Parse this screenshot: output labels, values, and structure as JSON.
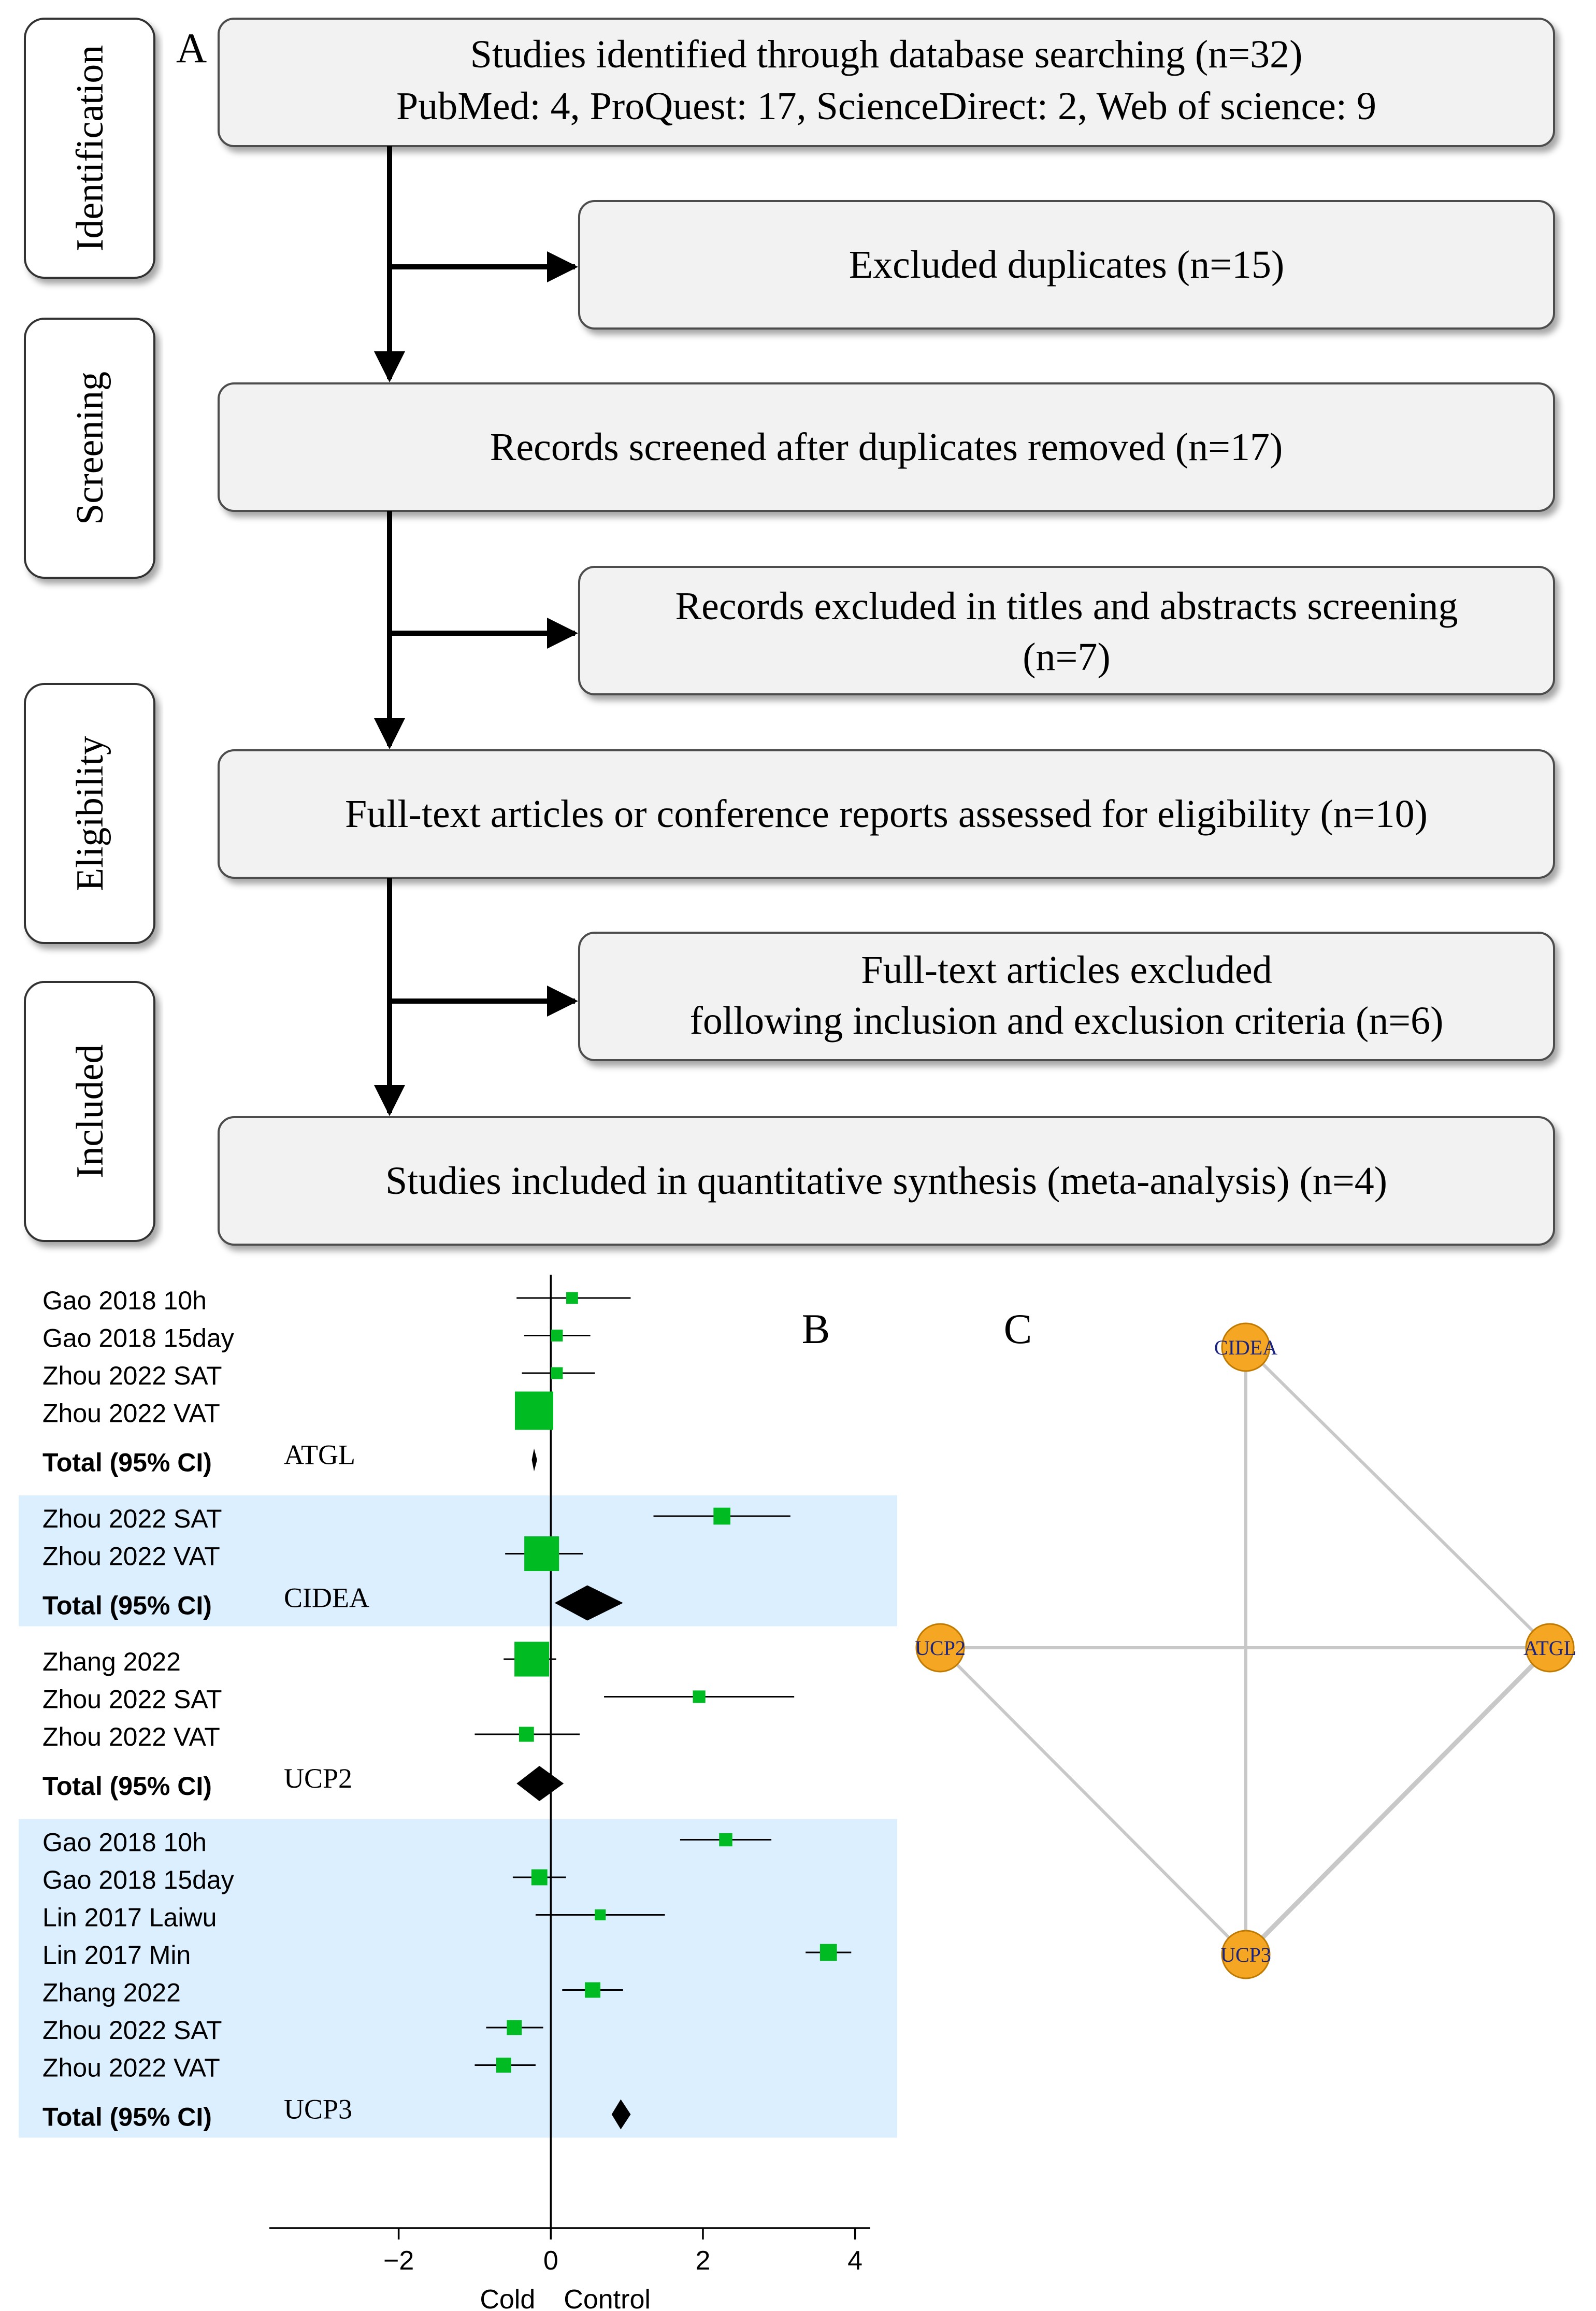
{
  "panel_labels": {
    "a": "A",
    "b": "B",
    "c": "C"
  },
  "prisma": {
    "stages": [
      "Identification",
      "Screening",
      "Eligibility",
      "Included"
    ],
    "main_boxes": [
      {
        "lines": [
          "Studies identified through database searching (n=32)",
          "PubMed: 4, ProQuest: 17,  ScienceDirect: 2, Web of science: 9"
        ]
      },
      {
        "lines": [
          "Records screened after duplicates removed (n=17)"
        ]
      },
      {
        "lines": [
          "Full-text articles or conference reports assessed for eligibility (n=10)"
        ]
      },
      {
        "lines": [
          "Studies included in quantitative synthesis (meta-analysis) (n=4)"
        ]
      }
    ],
    "exclusion_boxes": [
      {
        "lines": [
          "Excluded duplicates (n=15)"
        ]
      },
      {
        "lines": [
          "Records excluded in titles and abstracts screening",
          "(n=7)"
        ]
      },
      {
        "lines": [
          "Full-text articles excluded",
          "following inclusion and exclusion criteria (n=6)"
        ]
      }
    ],
    "colors": {
      "box_fill": "#f2f2f2",
      "box_stroke": "#4d4d4d",
      "arrow": "#000000"
    }
  },
  "chart_data": {
    "type": "forest",
    "xlim": [
      -3.7,
      4.2
    ],
    "xticks": [
      -2,
      0,
      2,
      4
    ],
    "xlabel_left": "Cold",
    "xlabel_right": "Control",
    "colors": {
      "study_marker": "#00bb22",
      "diamond": "#000000",
      "band": "#dcefff"
    },
    "groups": [
      {
        "name": "ATGL",
        "shaded": false,
        "total_label": "Total (95% CI)",
        "total": {
          "est": -0.22,
          "lo": -0.25,
          "hi": -0.18
        },
        "studies": [
          {
            "label": "Gao 2018 10h",
            "est": 0.28,
            "lo": -0.45,
            "hi": 1.05,
            "weight": 0.05
          },
          {
            "label": "Gao 2018 15day",
            "est": 0.08,
            "lo": -0.35,
            "hi": 0.52,
            "weight": 0.05
          },
          {
            "label": "Zhou 2022 SAT",
            "est": 0.08,
            "lo": -0.38,
            "hi": 0.58,
            "weight": 0.05
          },
          {
            "label": "Zhou 2022 VAT",
            "est": -0.22,
            "lo": -0.25,
            "hi": -0.18,
            "weight": 1.0
          }
        ]
      },
      {
        "name": "CIDEA",
        "shaded": true,
        "total_label": "Total (95% CI)",
        "total": {
          "est": 0.48,
          "lo": 0.05,
          "hi": 0.95
        },
        "studies": [
          {
            "label": "Zhou 2022 SAT",
            "est": 2.25,
            "lo": 1.35,
            "hi": 3.15,
            "weight": 0.14
          },
          {
            "label": "Zhou 2022 VAT",
            "est": -0.12,
            "lo": -0.6,
            "hi": 0.42,
            "weight": 0.8
          }
        ]
      },
      {
        "name": "UCP2",
        "shaded": false,
        "total_label": "Total (95% CI)",
        "total": {
          "est": -0.15,
          "lo": -0.45,
          "hi": 0.17
        },
        "studies": [
          {
            "label": "Zhang 2022",
            "est": -0.25,
            "lo": -0.62,
            "hi": 0.07,
            "weight": 0.8
          },
          {
            "label": "Zhou 2022 SAT",
            "est": 1.95,
            "lo": 0.7,
            "hi": 3.2,
            "weight": 0.06
          },
          {
            "label": "Zhou 2022 VAT",
            "est": -0.32,
            "lo": -1.0,
            "hi": 0.38,
            "weight": 0.1
          }
        ]
      },
      {
        "name": "UCP3",
        "shaded": true,
        "total_label": "Total (95% CI)",
        "total": {
          "est": 0.92,
          "lo": 0.8,
          "hi": 1.05
        },
        "studies": [
          {
            "label": "Gao 2018 10h",
            "est": 2.3,
            "lo": 1.7,
            "hi": 2.9,
            "weight": 0.07
          },
          {
            "label": "Gao 2018 15day",
            "est": -0.15,
            "lo": -0.5,
            "hi": 0.2,
            "weight": 0.12
          },
          {
            "label": "Lin 2017 Laiwu",
            "est": 0.65,
            "lo": -0.2,
            "hi": 1.5,
            "weight": 0.04
          },
          {
            "label": "Lin 2017 Min",
            "est": 3.65,
            "lo": 3.35,
            "hi": 3.95,
            "weight": 0.14
          },
          {
            "label": "Zhang 2022",
            "est": 0.55,
            "lo": 0.15,
            "hi": 0.95,
            "weight": 0.11
          },
          {
            "label": "Zhou 2022 SAT",
            "est": -0.48,
            "lo": -0.85,
            "hi": -0.1,
            "weight": 0.1
          },
          {
            "label": "Zhou 2022 VAT",
            "est": -0.62,
            "lo": -1.0,
            "hi": -0.2,
            "weight": 0.1
          }
        ]
      }
    ]
  },
  "network": {
    "nodes": [
      {
        "id": "CIDEA",
        "label": "CIDEA"
      },
      {
        "id": "UCP2",
        "label": "UCP2"
      },
      {
        "id": "ATGL",
        "label": "ATGL"
      },
      {
        "id": "UCP3",
        "label": "UCP3"
      }
    ],
    "edges": [
      [
        "CIDEA",
        "ATGL"
      ],
      [
        "CIDEA",
        "UCP3"
      ],
      [
        "UCP2",
        "ATGL"
      ],
      [
        "UCP2",
        "UCP3"
      ],
      [
        "ATGL",
        "UCP3"
      ]
    ],
    "colors": {
      "node_fill": "#f5a623",
      "node_stroke": "#c07a00",
      "node_text": "#1a237e",
      "edge": "#c8c8c8"
    }
  }
}
